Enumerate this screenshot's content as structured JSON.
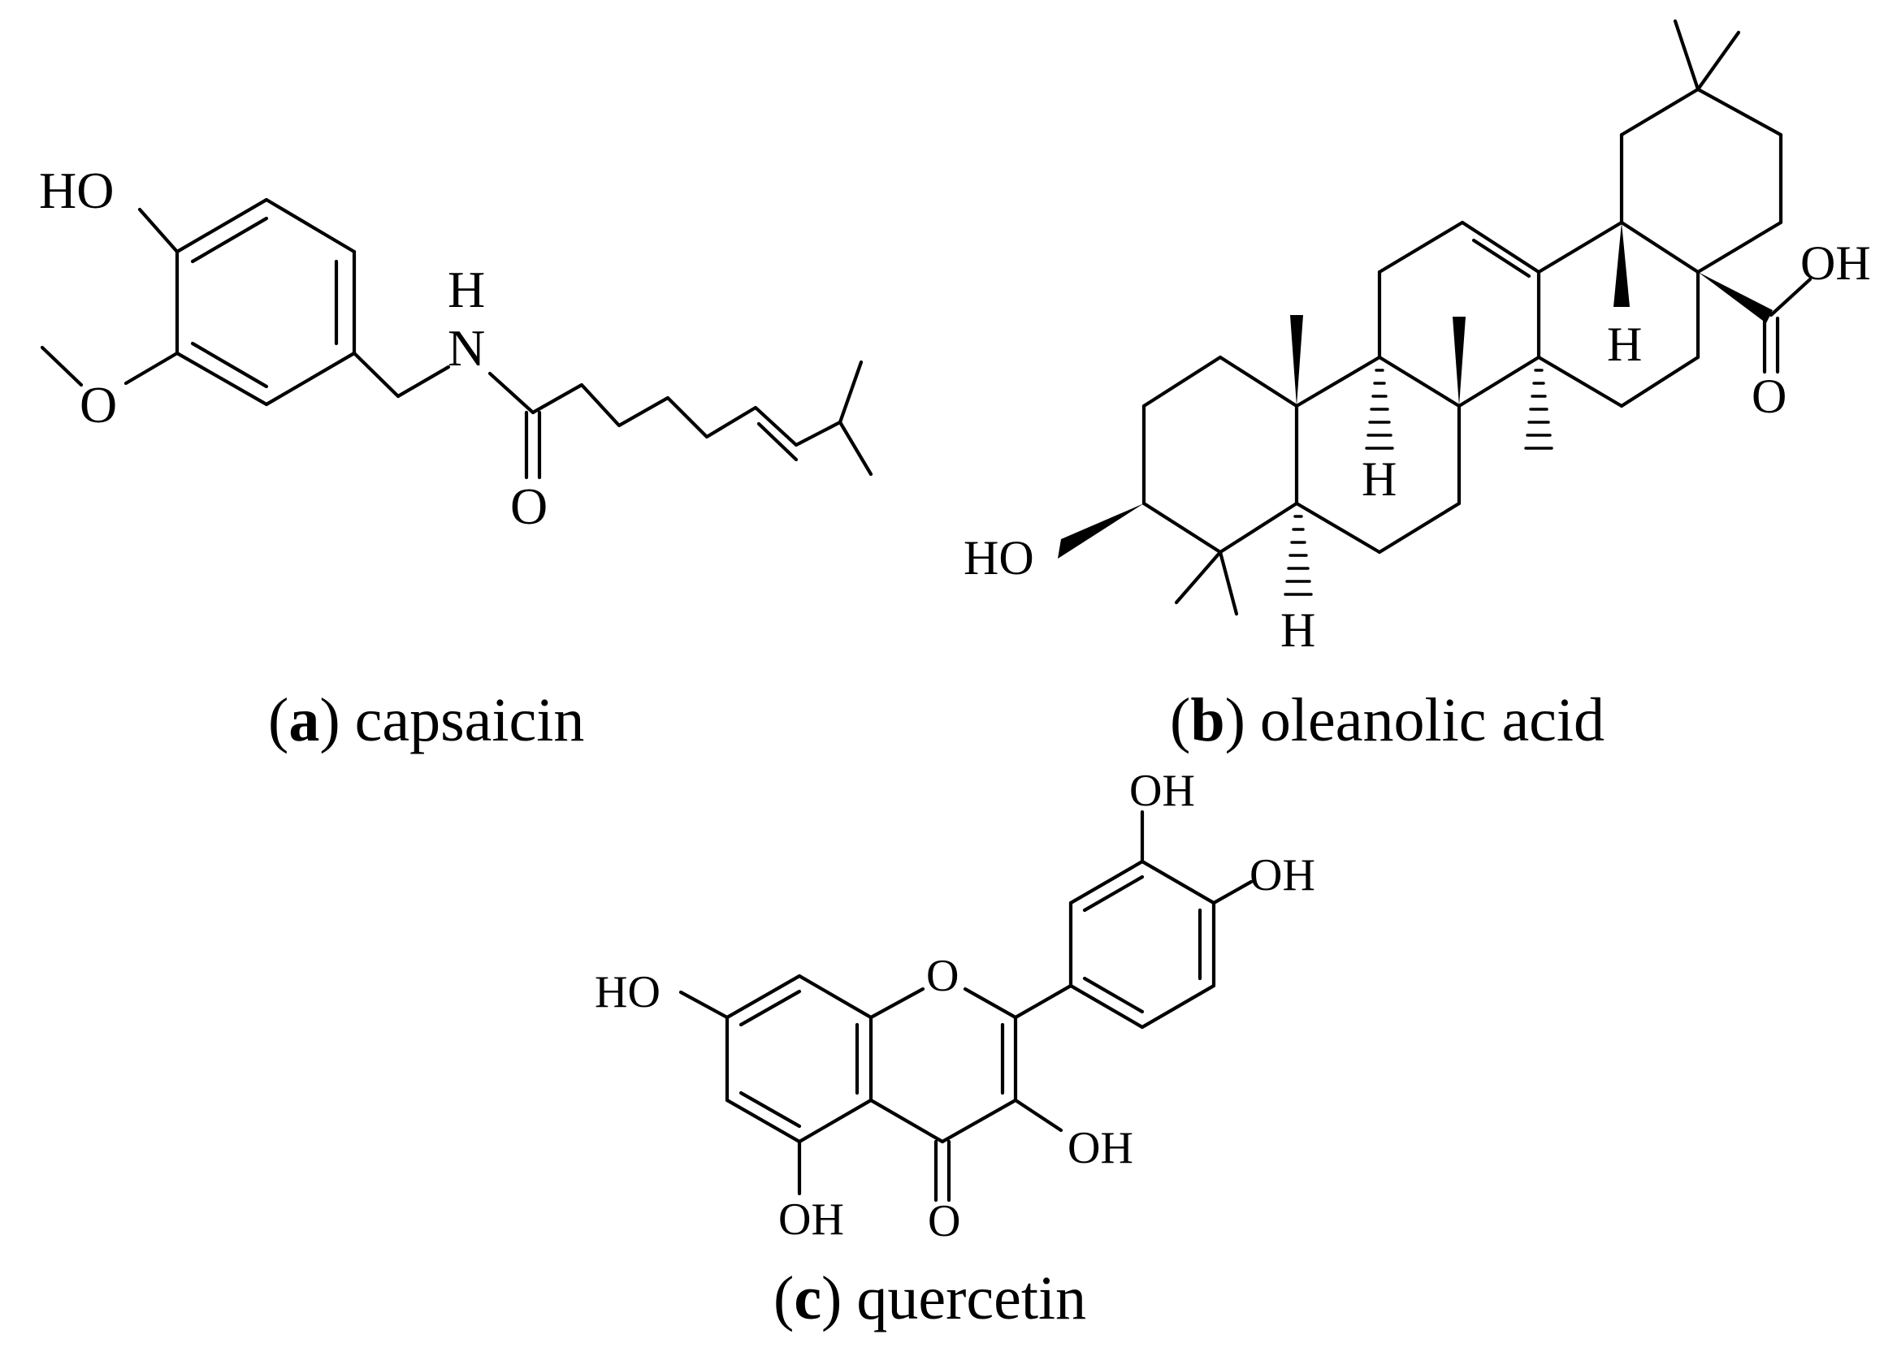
{
  "molecules": {
    "capsaicin": {
      "caption_open": "(",
      "caption_letter": "a",
      "caption_close": ")",
      "caption_name": "capsaicin",
      "atoms": {
        "hydroxyl": "HO",
        "methoxy_oxygen": "O",
        "amide_hydrogen": "H",
        "amide_nitrogen": "N",
        "carbonyl_oxygen": "O"
      }
    },
    "oleanolic_acid": {
      "caption_open": "(",
      "caption_letter": "b",
      "caption_close": ")",
      "caption_name": "oleanolic acid",
      "atoms": {
        "hydroxyl": "HO",
        "acid_hydroxyl": "OH",
        "acid_carbonyl_oxygen": "O",
        "hydrogen_c18": "H",
        "hydrogen_c9": "H",
        "hydrogen_c5": "H"
      }
    },
    "quercetin": {
      "caption_open": "(",
      "caption_letter": "c",
      "caption_close": ")",
      "caption_name": "quercetin",
      "atoms": {
        "ring_oxygen": "O",
        "hydroxyl_7": "HO",
        "hydroxyl_5": "OH",
        "carbonyl_oxygen": "O",
        "hydroxyl_3": "OH",
        "hydroxyl_3prime": "OH",
        "hydroxyl_4prime": "OH"
      }
    }
  }
}
